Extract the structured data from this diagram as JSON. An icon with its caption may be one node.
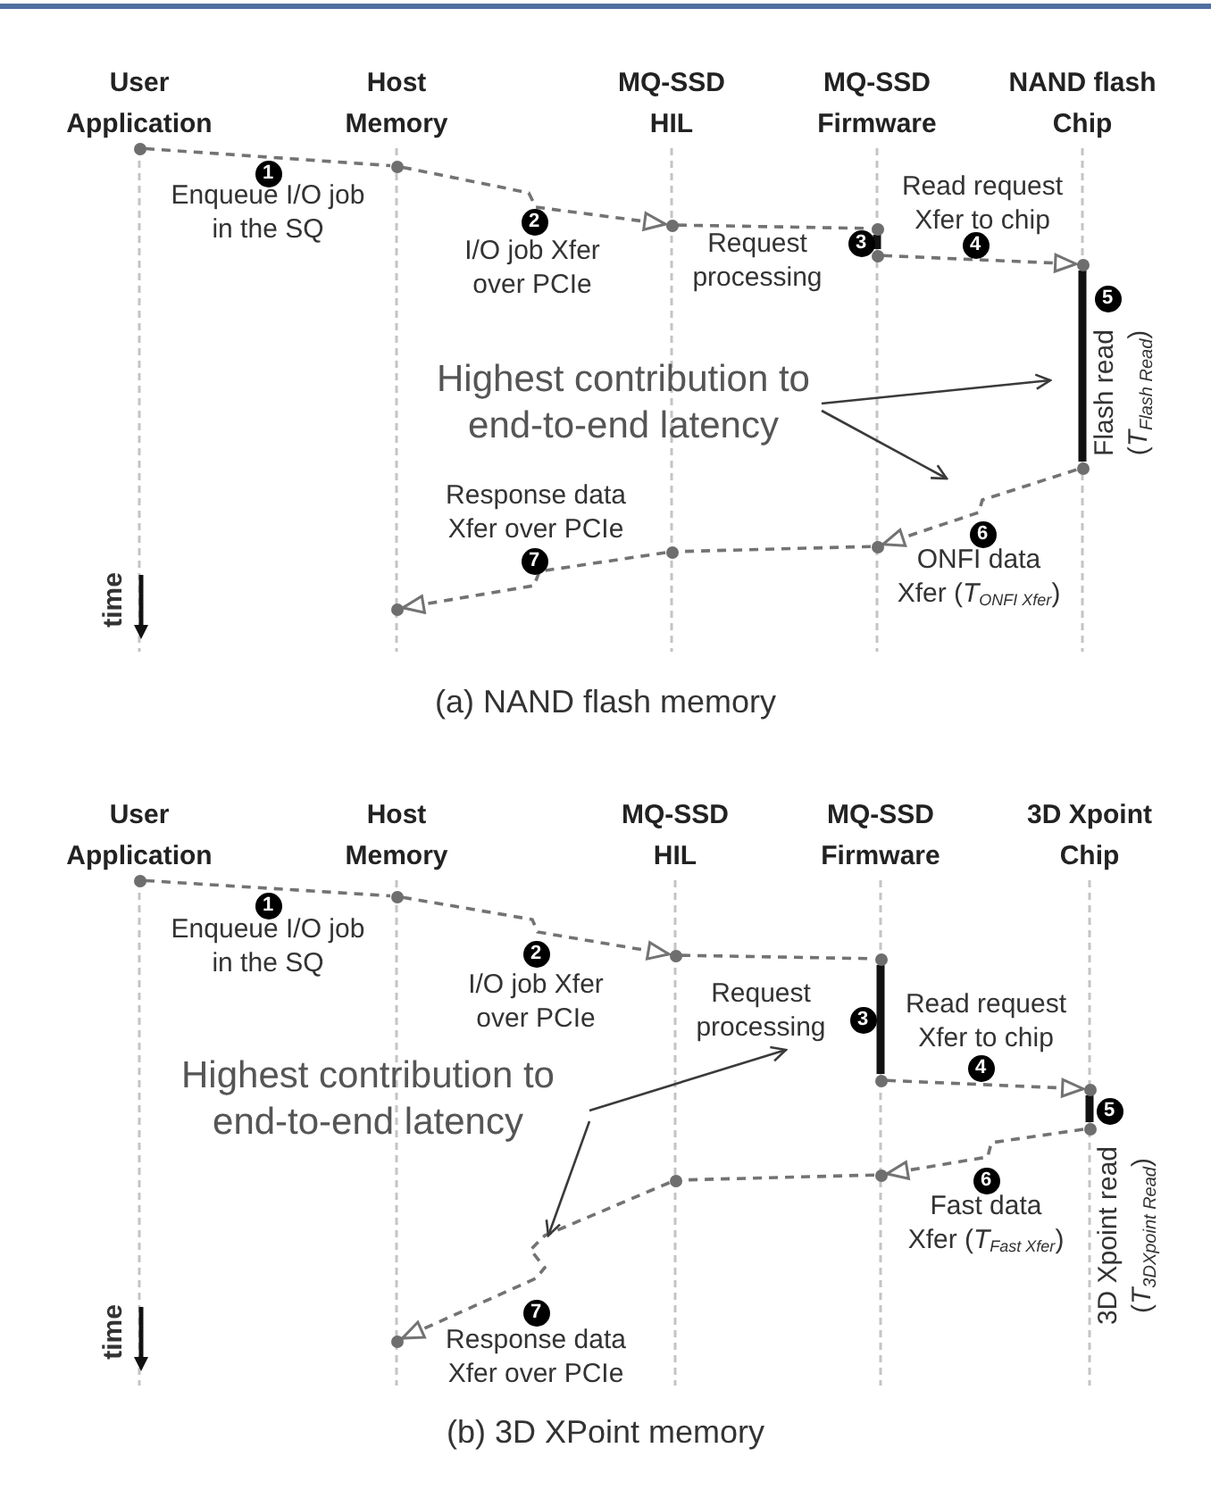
{
  "diagram": {
    "nodes": [
      {
        "text": [
          "User Application"
        ]
      },
      {
        "text": [
          "Host Memory"
        ]
      },
      {
        "text": [
          "MQ-SSD HIL"
        ]
      },
      {
        "text": [
          "MQ-SSD Firmware"
        ]
      },
      {
        "text": [
          "NAND flash Chip"
        ]
      },
      {
        "text": [],
        "shape": "circle"
      },
      {
        "text": [],
        "shape": "circle"
      },
      {
        "text": [],
        "shape": "circle"
      },
      {
        "text": [],
        "shape": "circle"
      },
      {
        "text": [],
        "shape": "circle"
      },
      {
        "text": [],
        "shape": "circle"
      },
      {
        "text": [],
        "shape": "circle"
      },
      {
        "text": [],
        "shape": "circle"
      },
      {
        "text": [],
        "shape": "circle"
      },
      {
        "text": [],
        "shape": "circle"
      },
      {
        "text": [
          "Highest contribution to end-to-end latency"
        ]
      },
      {
        "text": [
          "User Application"
        ]
      },
      {
        "text": [
          "Host Memory"
        ]
      },
      {
        "text": [
          "MQ-SSD HIL"
        ]
      },
      {
        "text": [
          "MQ-SSD Firmware"
        ]
      },
      {
        "text": [
          "3D Xpoint Chip"
        ]
      },
      {
        "text": [],
        "shape": "circle"
      },
      {
        "text": [],
        "shape": "circle"
      },
      {
        "text": [],
        "shape": "circle"
      },
      {
        "text": [],
        "shape": "circle"
      },
      {
        "text": [],
        "shape": "circle"
      },
      {
        "text": [],
        "shape": "circle"
      },
      {
        "text": [],
        "shape": "circle"
      },
      {
        "text": [],
        "shape": "circle"
      },
      {
        "text": [],
        "shape": "circle"
      },
      {
        "text": [],
        "shape": "circle"
      },
      {
        "text": [
          "Highest contribution to end-to-end latency"
        ]
      },
      {
        "text": [
          "Request processing"
        ]
      }
    ],
    "edges": [
      {
        "from": 5,
        "to": 6,
        "arrow": "none",
        "style": "dashed"
      },
      {
        "from": 6,
        "to": 7,
        "arrow": "to",
        "style": "dashed"
      },
      {
        "from": 7,
        "to": 8,
        "arrow": "none",
        "style": "dashed"
      },
      {
        "from": 8,
        "to": 9,
        "arrow": "none",
        "style": "thick",
        "color": "#111111"
      },
      {
        "from": 9,
        "to": 10,
        "arrow": "to",
        "style": "dashed"
      },
      {
        "from": 10,
        "to": 11,
        "arrow": "none",
        "style": "thick",
        "color": "#111111"
      },
      {
        "from": 11,
        "to": 12,
        "arrow": "to",
        "style": "dashed"
      },
      {
        "from": 12,
        "to": 13,
        "arrow": "none",
        "style": "dashed"
      },
      {
        "from": 13,
        "to": 14,
        "arrow": "to",
        "style": "dashed"
      },
      {
        "from": 15,
        "to": null,
        "arrow": "to",
        "color": "#3a3a3a"
      },
      {
        "from": 15,
        "to": null,
        "arrow": "to",
        "color": "#3a3a3a"
      },
      {
        "from": 21,
        "to": 22,
        "arrow": "none",
        "style": "dashed"
      },
      {
        "from": 22,
        "to": 23,
        "arrow": "to",
        "style": "dashed"
      },
      {
        "from": 23,
        "to": 24,
        "arrow": "none",
        "style": "dashed"
      },
      {
        "from": 24,
        "to": 25,
        "arrow": "none",
        "style": "thick",
        "color": "#111111"
      },
      {
        "from": 25,
        "to": 26,
        "arrow": "to",
        "style": "dashed"
      },
      {
        "from": 26,
        "to": 27,
        "arrow": "none",
        "style": "thick",
        "color": "#111111"
      },
      {
        "from": 27,
        "to": 28,
        "arrow": "to",
        "style": "dashed"
      },
      {
        "from": 28,
        "to": 29,
        "arrow": "none",
        "style": "dashed"
      },
      {
        "from": 29,
        "to": 30,
        "arrow": "to",
        "style": "dashed"
      },
      {
        "from": 31,
        "to": 32,
        "arrow": "to",
        "color": "#3a3a3a"
      },
      {
        "from": 31,
        "to": null,
        "arrow": "to",
        "color": "#3a3a3a"
      }
    ],
    "labels": [
      "1",
      "Enqueue I/O job in the SQ",
      "2",
      "I/O job Xfer over PCIe",
      "Read request Xfer to chip",
      "Request processing",
      "3",
      "4",
      "5",
      "Flash read (*T*$_{Flash Read}$)",
      "Response data Xfer over PCIe",
      "6",
      "7",
      "ONFI data Xfer (*T*$_{ONFI Xfer}$)",
      "time",
      "(a) NAND flash memory",
      "1",
      "Enqueue I/O job in the SQ",
      "2",
      "I/O job Xfer over PCIe",
      "3",
      "Read request Xfer to chip",
      "4",
      "5",
      "3D Xpoint read (*T*$_{3DXpoint Read}$)",
      "6",
      "Fast data Xfer (*T*$_{Fast Xfer}$)",
      "7",
      "time",
      "Response data Xfer over PCIe",
      "(b) 3D XPoint memory"
    ]
  }
}
